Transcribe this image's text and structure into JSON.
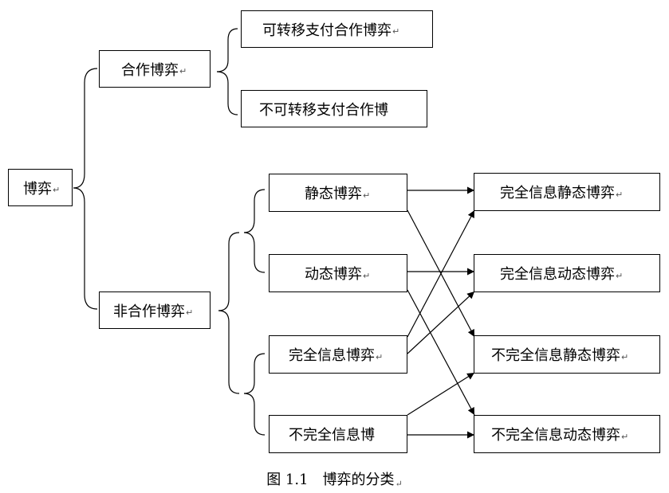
{
  "root": {
    "label": "博弈"
  },
  "cooperative": {
    "label": "合作博弈",
    "children": [
      "可转移支付合作博弈",
      "不可转移支付合作博"
    ]
  },
  "noncooperative": {
    "label": "非合作博弈",
    "by_time": [
      "静态博弈",
      "动态博弈"
    ],
    "by_info": [
      "完全信息博弈",
      "不完全信息博"
    ]
  },
  "results": [
    "完全信息静态博弈",
    "完全信息动态博弈",
    "不完全信息静态博弈",
    "不完全信息动态博弈"
  ],
  "paragraph_mark": "↵",
  "caption": "图 1.1　博弈的分类"
}
